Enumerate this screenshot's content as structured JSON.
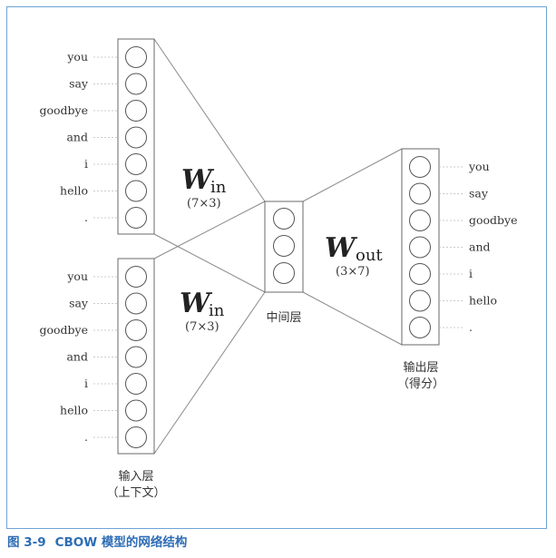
{
  "input_layers": [
    {
      "words": [
        "you",
        "say",
        "goodbye",
        "and",
        "i",
        "hello",
        "."
      ],
      "weight": {
        "name": "W",
        "subscript": "in",
        "dims": "(7×3)"
      }
    },
    {
      "words": [
        "you",
        "say",
        "goodbye",
        "and",
        "i",
        "hello",
        "."
      ],
      "weight": {
        "name": "W",
        "subscript": "in",
        "dims": "(7×3)"
      }
    }
  ],
  "input_caption": {
    "line1": "输入层",
    "line2": "（上下文）"
  },
  "hidden_layer": {
    "neurons": 3,
    "caption": "中间层"
  },
  "output_layer": {
    "words": [
      "you",
      "say",
      "goodbye",
      "and",
      "i",
      "hello",
      "."
    ],
    "weight": {
      "name": "W",
      "subscript": "out",
      "dims": "(3×7)"
    },
    "caption_line1": "输出层",
    "caption_line2": "（得分）"
  },
  "figure_caption": {
    "number": "图 3-9",
    "text": "CBOW 模型的网络结构"
  },
  "colors": {
    "frame": "#6fa3d6",
    "caption": "#2e6db4",
    "lines": "#8a8a8a",
    "neuron_stroke": "#555555"
  }
}
